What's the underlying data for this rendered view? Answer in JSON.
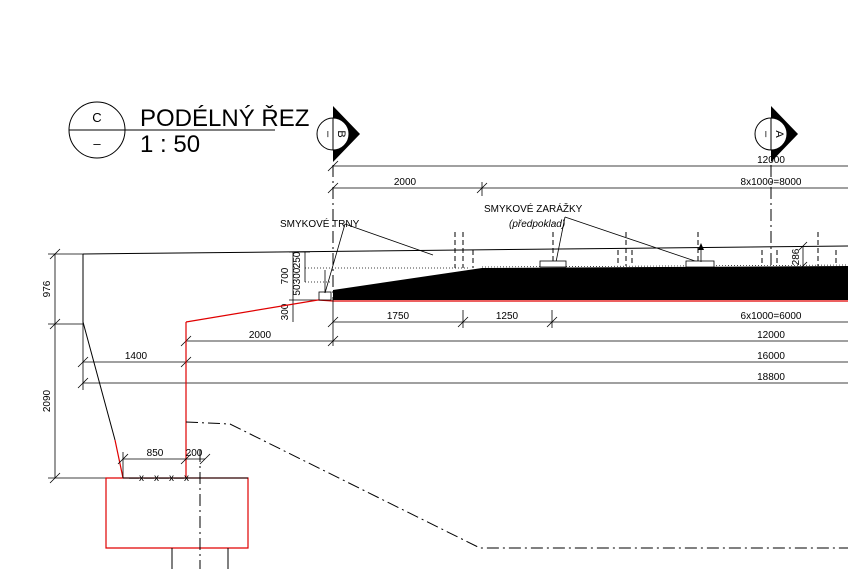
{
  "title": {
    "detail_mark_top": "C",
    "detail_mark_bottom": "–",
    "heading": "PODÉLNÝ ŘEZ",
    "scale": "1 : 50"
  },
  "section_marks": {
    "b_letter": "B",
    "b_dash": "–",
    "a_letter": "A",
    "a_dash": "–"
  },
  "labels": {
    "shear_pins": "SMYKOVÉ TRNY",
    "shear_stops": "SMYKOVÉ ZARÁŽKY",
    "shear_stops_note": "(předpoklad)"
  },
  "top_dimensions": {
    "total": "12000",
    "left_part": "2000",
    "right_part": "8x1000=8000"
  },
  "vertical_dimensions": {
    "left_upper": "976",
    "left_lower": "2090",
    "d700": "700",
    "d250": "250",
    "d300a": "300",
    "d50": "50",
    "d300b": "300",
    "d286": "286"
  },
  "bottom_dimensions": {
    "d1750": "1750",
    "d1250": "1250",
    "d6x1000": "6x1000=6000",
    "d2000": "2000",
    "d12000": "12000",
    "d1400": "1400",
    "d16000": "16000",
    "d18800": "18800"
  },
  "footing_dimensions": {
    "d850": "850",
    "d200": "200",
    "x_marks": "—x—x—x—x"
  },
  "colors": {
    "line": "#000000",
    "red_outline": "#e00000",
    "background": "#ffffff"
  }
}
